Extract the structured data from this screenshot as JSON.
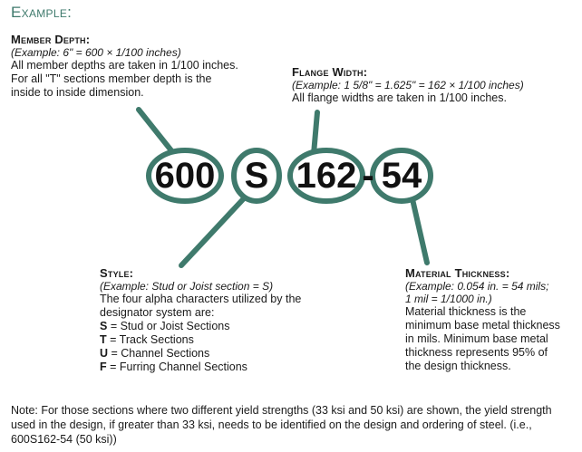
{
  "title": "Example:",
  "member_depth": {
    "heading": "Member Depth:",
    "example": "(Example: 6\" = 600 × 1/100 inches)",
    "lines": [
      "All member depths are taken in 1/100 inches.",
      "For all \"T\" sections member depth is the",
      "inside to inside dimension."
    ]
  },
  "flange_width": {
    "heading": "Flange Width:",
    "example": "(Example: 1 5/8\" = 1.625\" = 162 × 1/100 inches)",
    "lines": [
      "All flange widths are taken in 1/100 inches."
    ]
  },
  "designator": {
    "depth": "600",
    "style": "S",
    "flange": "162",
    "dash": "-",
    "thickness": "54"
  },
  "style": {
    "heading": "Style:",
    "example": "(Example: Stud or Joist section = S)",
    "lines": [
      "The four alpha characters utilized by the",
      "designator system are:"
    ],
    "items": [
      {
        "code": "S",
        "desc": " = Stud or Joist Sections"
      },
      {
        "code": "T",
        "desc": " = Track Sections"
      },
      {
        "code": "U",
        "desc": " = Channel Sections"
      },
      {
        "code": "F",
        "desc": " = Furring Channel Sections"
      }
    ]
  },
  "material_thickness": {
    "heading": "Material Thickness:",
    "example_lines": [
      "(Example: 0.054 in. = 54 mils;",
      "1 mil = 1/1000 in.)"
    ],
    "lines": [
      "Material thickness is the",
      "minimum base metal thickness",
      "in mils. Minimum base metal",
      "thickness represents 95% of",
      "the design thickness."
    ]
  },
  "note": "Note: For those sections where two different yield strengths (33 ksi and 50 ksi) are shown, the yield strength used in the design, if greater than 33 ksi, needs to be identified on the design and ordering of steel. (i.e., 600S162-54 (50 ksi))",
  "colors": {
    "accent": "#3f7a6c",
    "text": "#1a1a1a"
  }
}
